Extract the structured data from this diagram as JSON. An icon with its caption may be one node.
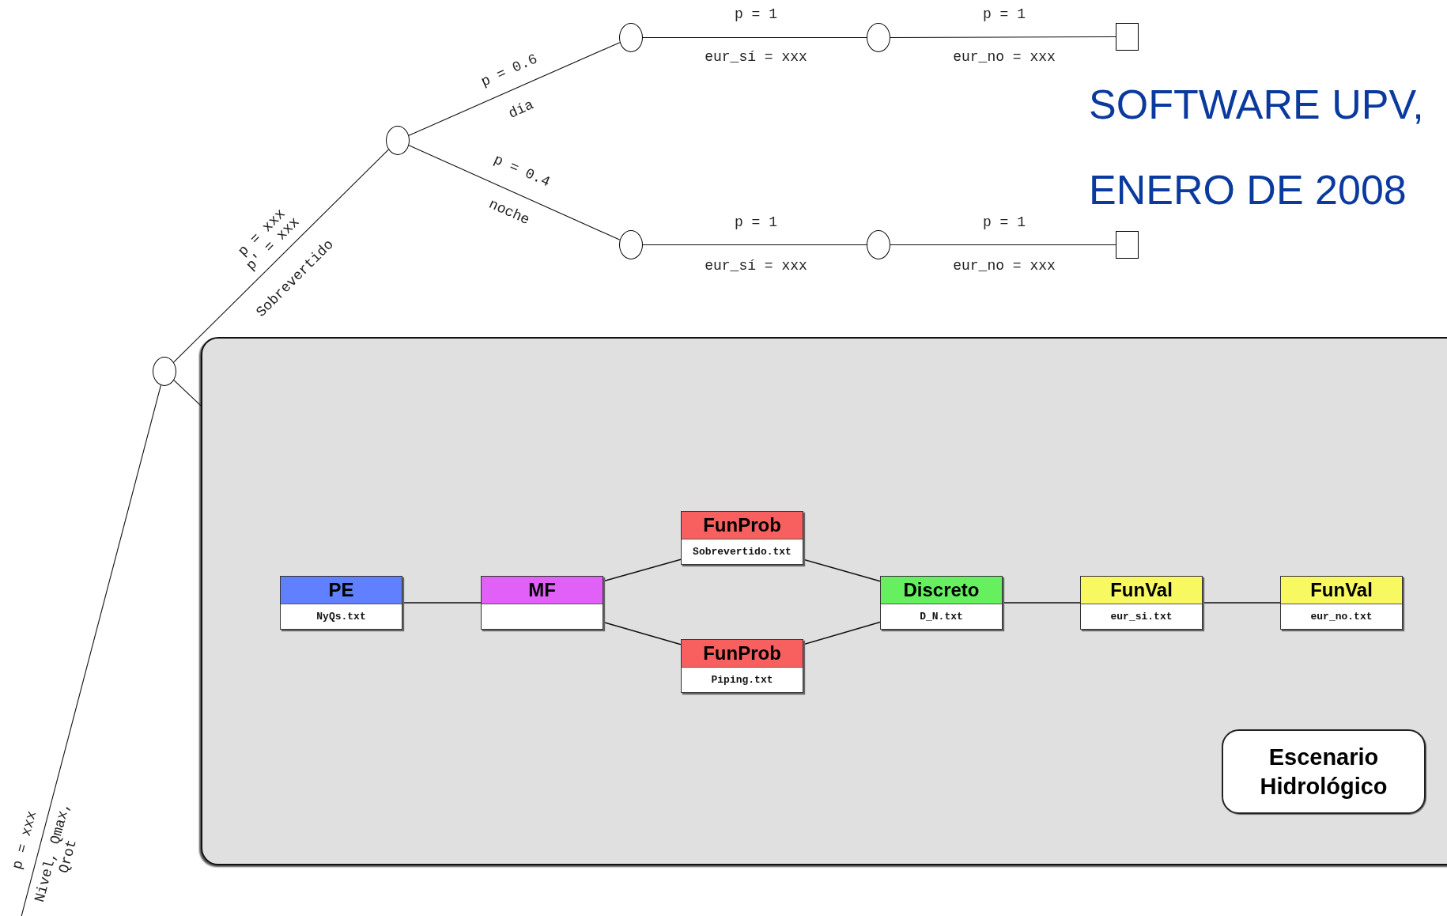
{
  "diagram": {
    "nodes": [
      {
        "text": [],
        "shape": "circle"
      },
      {
        "text": [],
        "shape": "circle"
      },
      {
        "text": [],
        "shape": "circle"
      },
      {
        "text": [],
        "shape": "circle"
      },
      {
        "text": [],
        "shape": "box"
      },
      {
        "text": [],
        "shape": "circle"
      },
      {
        "text": [],
        "shape": "circle"
      },
      {
        "text": [],
        "shape": "box"
      },
      {
        "text": [],
        "shape": "box"
      },
      {
        "text": [
          "PE",
          "NyQs.txt"
        ],
        "in": 8
      },
      {
        "text": [
          "MF"
        ],
        "in": 8
      },
      {
        "text": [
          "FunProb",
          "Sobrevertido.txt"
        ],
        "in": 8
      },
      {
        "text": [
          "FunProb",
          "Piping.txt"
        ],
        "in": 8
      },
      {
        "text": [
          "Discreto",
          "D_N.txt"
        ],
        "in": 8
      },
      {
        "text": [
          "FunVal",
          "eur_si.txt"
        ],
        "in": 8
      },
      {
        "text": [
          "FunVal",
          "eur_no.txt"
        ],
        "in": 8
      },
      {
        "text": [
          "Escenario Hidrológico"
        ],
        "in": 8
      }
    ],
    "edges": [
      {
        "from": 0,
        "to": null,
        "arrow": "none",
        "label": "p = xxx"
      },
      {
        "from": 0,
        "to": 1,
        "arrow": "none",
        "label": "p = xxx p' = xxx"
      },
      {
        "from": 1,
        "to": 2,
        "arrow": "none",
        "label": "p = 0.6"
      },
      {
        "from": 1,
        "to": 5,
        "arrow": "none",
        "label": "p = 0.4"
      },
      {
        "from": 2,
        "to": 3,
        "arrow": "none",
        "label": "p = 1"
      },
      {
        "from": 3,
        "to": 4,
        "arrow": "none",
        "label": "p = 1"
      },
      {
        "from": 5,
        "to": 6,
        "arrow": "none",
        "label": "p = 1"
      },
      {
        "from": 6,
        "to": 7,
        "arrow": "none",
        "label": "p = 1"
      },
      {
        "from": 0,
        "to": 8,
        "arrow": "none"
      },
      {
        "from": 9,
        "to": 10,
        "arrow": "none"
      },
      {
        "from": 10,
        "to": 11,
        "arrow": "none"
      },
      {
        "from": 10,
        "to": 12,
        "arrow": "none"
      },
      {
        "from": 11,
        "to": 13,
        "arrow": "none"
      },
      {
        "from": 12,
        "to": 13,
        "arrow": "none"
      },
      {
        "from": 13,
        "to": 14,
        "arrow": "none"
      },
      {
        "from": 14,
        "to": 15,
        "arrow": "none"
      }
    ],
    "labels": [
      "SOFTWARE UPV,",
      "ENERO DE 2008",
      "Nivel, Qmax, Qrot",
      "Sobrevertido",
      "día",
      "noche",
      "eur_sí = xxx",
      "eur_no = xxx",
      "eur_sí = xxx",
      "eur_no = xxx"
    ]
  }
}
